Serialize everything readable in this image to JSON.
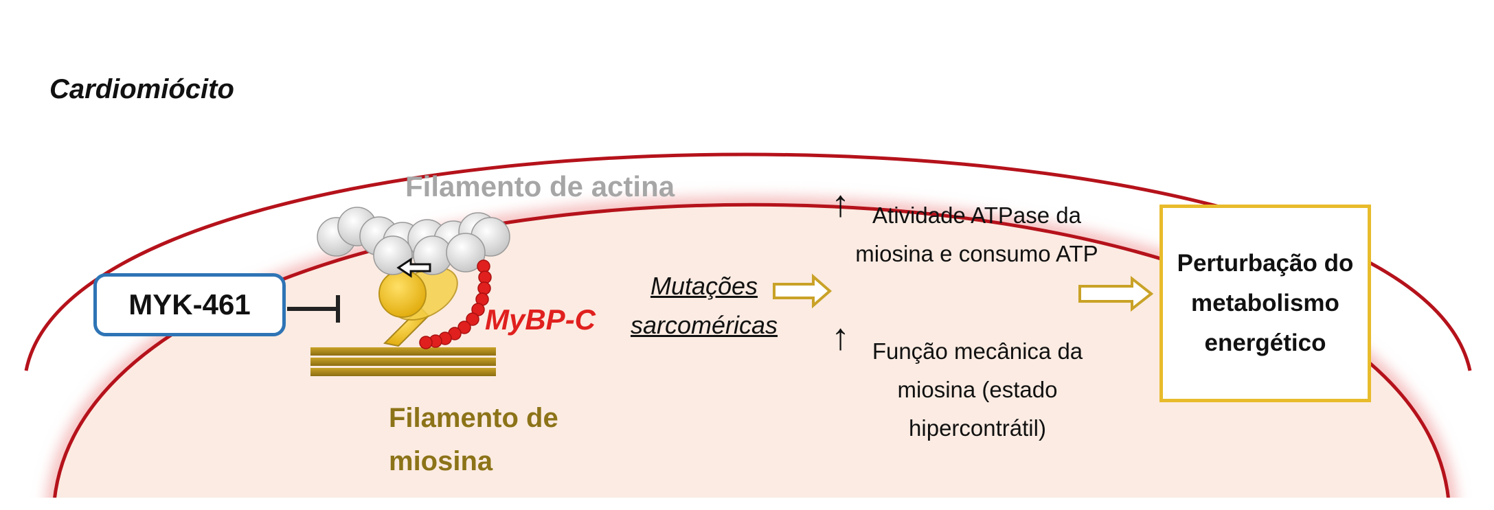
{
  "cell_label": "Cardiomiócito",
  "actin_label": "Filamento de actina",
  "myosin_label_line1": "Filamento de",
  "myosin_label_line2": "miosina",
  "mybpc_label": "MyBP-C",
  "drug_label": "MYK-461",
  "mutations_line1": "Mutações",
  "mutations_line2": "sarcoméricas",
  "effect1": "Atividade ATPase da miosina e consumo ATP",
  "effect2": "Função mecânica da miosina (estado hipercontrátil)",
  "up_arrow_symbol": "↑",
  "result_text": "Perturbação do metabolismo energético",
  "colors": {
    "cell_membrane": "#b5121b",
    "cell_fill": "#fbebe2",
    "drug_border": "#2e74b5",
    "arrow_outline": "#c9a227",
    "result_border": "#e8bb2b",
    "myosin": "#a8861f",
    "myosin_head": "#f0c419",
    "mybpc": "#e0201e",
    "actin": "#d9d9d9"
  }
}
